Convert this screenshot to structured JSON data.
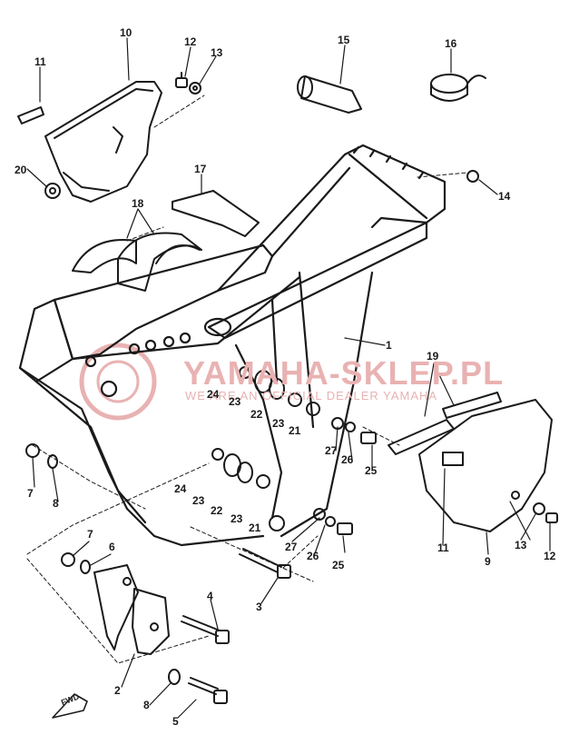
{
  "watermark": {
    "main": "YAMAHA-SKLEP.PL",
    "sub": "WE ARE AN OFFICIAL DEALER YAMAHA",
    "color": "#e07070"
  },
  "arrow_label": "FWD",
  "callouts": [
    {
      "id": "c10",
      "text": "10"
    },
    {
      "id": "c11a",
      "text": "11"
    },
    {
      "id": "c12a",
      "text": "12"
    },
    {
      "id": "c13a",
      "text": "13"
    },
    {
      "id": "c15",
      "text": "15"
    },
    {
      "id": "c16",
      "text": "16"
    },
    {
      "id": "c20",
      "text": "20"
    },
    {
      "id": "c17",
      "text": "17"
    },
    {
      "id": "c14",
      "text": "14"
    },
    {
      "id": "c18",
      "text": "18"
    },
    {
      "id": "c1",
      "text": "1"
    },
    {
      "id": "c19",
      "text": "19"
    },
    {
      "id": "c24a",
      "text": "24"
    },
    {
      "id": "c23a",
      "text": "23"
    },
    {
      "id": "c22a",
      "text": "22"
    },
    {
      "id": "c23b",
      "text": "23"
    },
    {
      "id": "c21a",
      "text": "21"
    },
    {
      "id": "c27a",
      "text": "27"
    },
    {
      "id": "c26a",
      "text": "26"
    },
    {
      "id": "c25a",
      "text": "25"
    },
    {
      "id": "c7a",
      "text": "7"
    },
    {
      "id": "c8a",
      "text": "8"
    },
    {
      "id": "c24b",
      "text": "24"
    },
    {
      "id": "c23c",
      "text": "23"
    },
    {
      "id": "c22b",
      "text": "22"
    },
    {
      "id": "c23d",
      "text": "23"
    },
    {
      "id": "c21b",
      "text": "21"
    },
    {
      "id": "c27b",
      "text": "27"
    },
    {
      "id": "c26b",
      "text": "26"
    },
    {
      "id": "c25b",
      "text": "25"
    },
    {
      "id": "c11b",
      "text": "11"
    },
    {
      "id": "c9",
      "text": "9"
    },
    {
      "id": "c13b",
      "text": "13"
    },
    {
      "id": "c12b",
      "text": "12"
    },
    {
      "id": "c7b",
      "text": "7"
    },
    {
      "id": "c6",
      "text": "6"
    },
    {
      "id": "c3",
      "text": "3"
    },
    {
      "id": "c4",
      "text": "4"
    },
    {
      "id": "c2",
      "text": "2"
    },
    {
      "id": "c8b",
      "text": "8"
    },
    {
      "id": "c5",
      "text": "5"
    }
  ]
}
